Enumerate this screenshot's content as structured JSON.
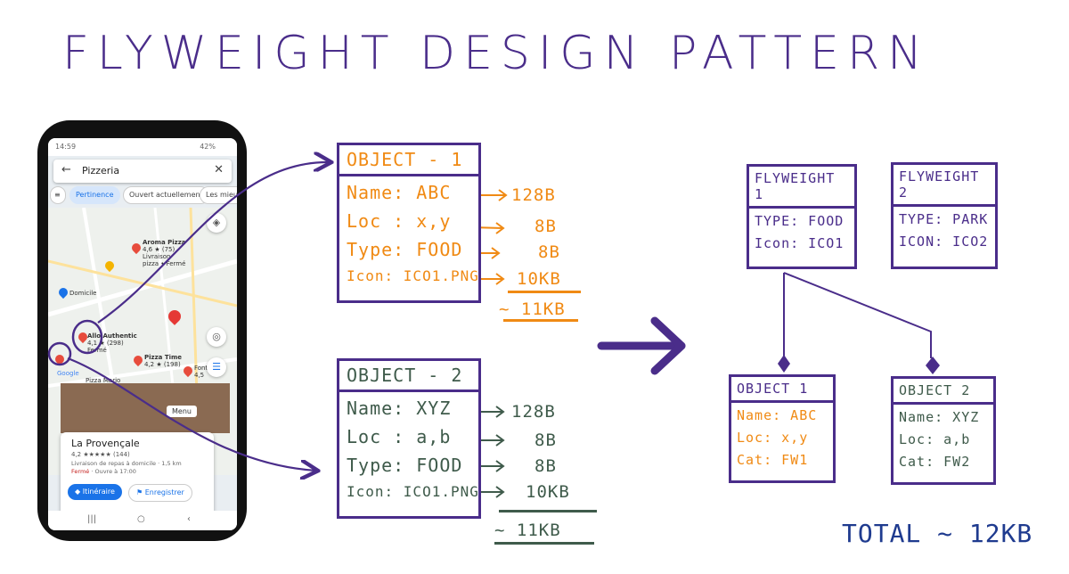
{
  "title": "FLYWEIGHT DESIGN PATTERN",
  "phone": {
    "status_time": "14:59",
    "status_right": "42%",
    "search_query": "Pizzeria",
    "chips": [
      "Pertinence",
      "Ouvert actuellement",
      "Les mieux"
    ],
    "places": [
      {
        "name": "Aroma Pizza",
        "sub": "4,6 ★ (75)",
        "sub2": "Livraison",
        "sub3": "pizza • Fermé"
      },
      {
        "name": "Domicile"
      },
      {
        "name": "Allo Authentic",
        "sub": "4,1 ★ (298)",
        "sub2": "Fermé"
      },
      {
        "name": "Pizza Time",
        "sub": "4,2 ★ (198)"
      },
      {
        "name": "Font",
        "sub": "4,5"
      },
      {
        "name": "Pizza Mario"
      },
      {
        "name": "Google"
      }
    ],
    "card": {
      "name": "La Provençale",
      "rating": "4,2 ★★★★★ (144)",
      "delivery": "Livraison de repas à domicile · 1,5 km",
      "hours_status": "Fermé",
      "hours": " · Ouvre à 17:00",
      "itinerary": "Itinéraire",
      "save": "Enregistrer",
      "menu": "Menu"
    }
  },
  "object1": {
    "header": "OBJECT - 1",
    "rows": [
      "Name: ABC",
      "Loc : x,y",
      "Type: FOOD",
      "Icon: ICO1.PNG"
    ],
    "sizes": [
      "128B",
      "8B",
      "8B",
      "10KB"
    ],
    "total": "~ 11KB"
  },
  "object2": {
    "header": "OBJECT - 2",
    "rows": [
      "Name: XYZ",
      "Loc : a,b",
      "Type: FOOD",
      "Icon: ICO1.PNG"
    ],
    "sizes": [
      "128B",
      "8B",
      "8B",
      "10KB"
    ],
    "total": "~ 11KB"
  },
  "flyweight1": {
    "header": "FLYWEIGHT 1",
    "rows": [
      "TYPE: FOOD",
      "Icon: ICO1"
    ]
  },
  "flyweight2": {
    "header": "FLYWEIGHT 2",
    "rows": [
      "TYPE: PARK",
      "ICON: ICO2"
    ]
  },
  "obj_small1": {
    "header": "OBJECT 1",
    "rows": [
      "Name: ABC",
      "Loc: x,y",
      "Cat: FW1"
    ]
  },
  "obj_small2": {
    "header": "OBJECT 2",
    "rows": [
      "Name: XYZ",
      "Loc: a,b",
      "Cat: FW2"
    ]
  },
  "total": "TOTAL ~ 12KB",
  "colors": {
    "ink": "#4a2d8a",
    "orange": "#f08a14",
    "green": "#3f5b4b",
    "blue": "#1f3b8f"
  }
}
